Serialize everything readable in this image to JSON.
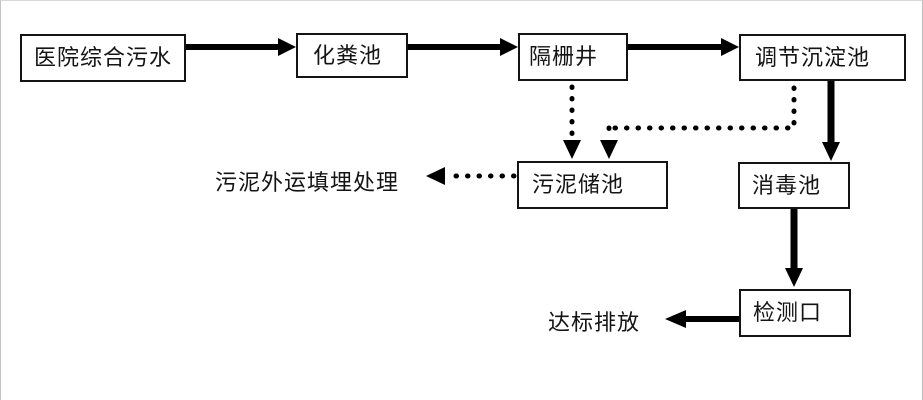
{
  "diagram": {
    "type": "flowchart",
    "subject": "hospital sewage treatment process"
  },
  "nodes": [
    {
      "id": "hospital-sewage",
      "label": "医院综合污水"
    },
    {
      "id": "septic-tank",
      "label": "化粪池"
    },
    {
      "id": "grid-well",
      "label": "隔栅井"
    },
    {
      "id": "regulating-sedimentation-tank",
      "label": "调节沉淀池"
    },
    {
      "id": "sludge-storage-tank",
      "label": "污泥储池"
    },
    {
      "id": "disinfection-tank",
      "label": "消毒池"
    },
    {
      "id": "detection-port",
      "label": "检测口"
    }
  ],
  "labels": [
    {
      "id": "sludge-disposal",
      "text": "污泥外运填埋处理"
    },
    {
      "id": "discharge",
      "text": "达标排放"
    }
  ],
  "edges": [
    {
      "from": "医院综合污水",
      "to": "化粪池",
      "style": "solid"
    },
    {
      "from": "化粪池",
      "to": "隔栅井",
      "style": "solid"
    },
    {
      "from": "隔栅井",
      "to": "调节沉淀池",
      "style": "solid"
    },
    {
      "from": "隔栅井",
      "to": "污泥储池",
      "style": "dotted"
    },
    {
      "from": "调节沉淀池",
      "to": "污泥储池",
      "style": "dotted"
    },
    {
      "from": "调节沉淀池",
      "to": "消毒池",
      "style": "solid"
    },
    {
      "from": "污泥储池",
      "to": "污泥外运填埋处理",
      "style": "dotted"
    },
    {
      "from": "消毒池",
      "to": "检测口",
      "style": "solid"
    },
    {
      "from": "检测口",
      "to": "达标排放",
      "style": "solid"
    }
  ],
  "colors": {
    "line": "#000000",
    "box_border": "#141414",
    "box_fill": "#ffffff",
    "background": "#ffffff",
    "text": "#141414"
  }
}
